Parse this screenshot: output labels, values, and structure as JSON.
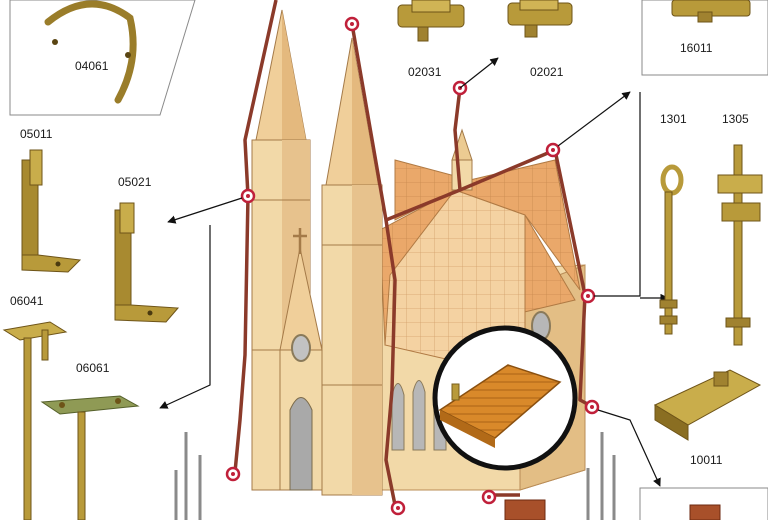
{
  "codes": {
    "c04061": "04061",
    "c02031": "02031",
    "c02021": "02021",
    "c16011": "16011",
    "c05011": "05011",
    "c05021": "05021",
    "c1301": "1301",
    "c1305": "1305",
    "c06041": "06041",
    "c06061": "06061",
    "c10011": "10011"
  },
  "colors": {
    "conductor": "#8b3a2a",
    "node": "#c0203a",
    "brass": "#b89a3a",
    "brass_dark": "#7a5f1c",
    "wall": "#f2d9a8",
    "wall_shade": "#e3be85",
    "roof": "#e9a96a",
    "roof_grid": "#c98a4e",
    "tile": "#d9892a",
    "steel": "#8a8a8a"
  }
}
